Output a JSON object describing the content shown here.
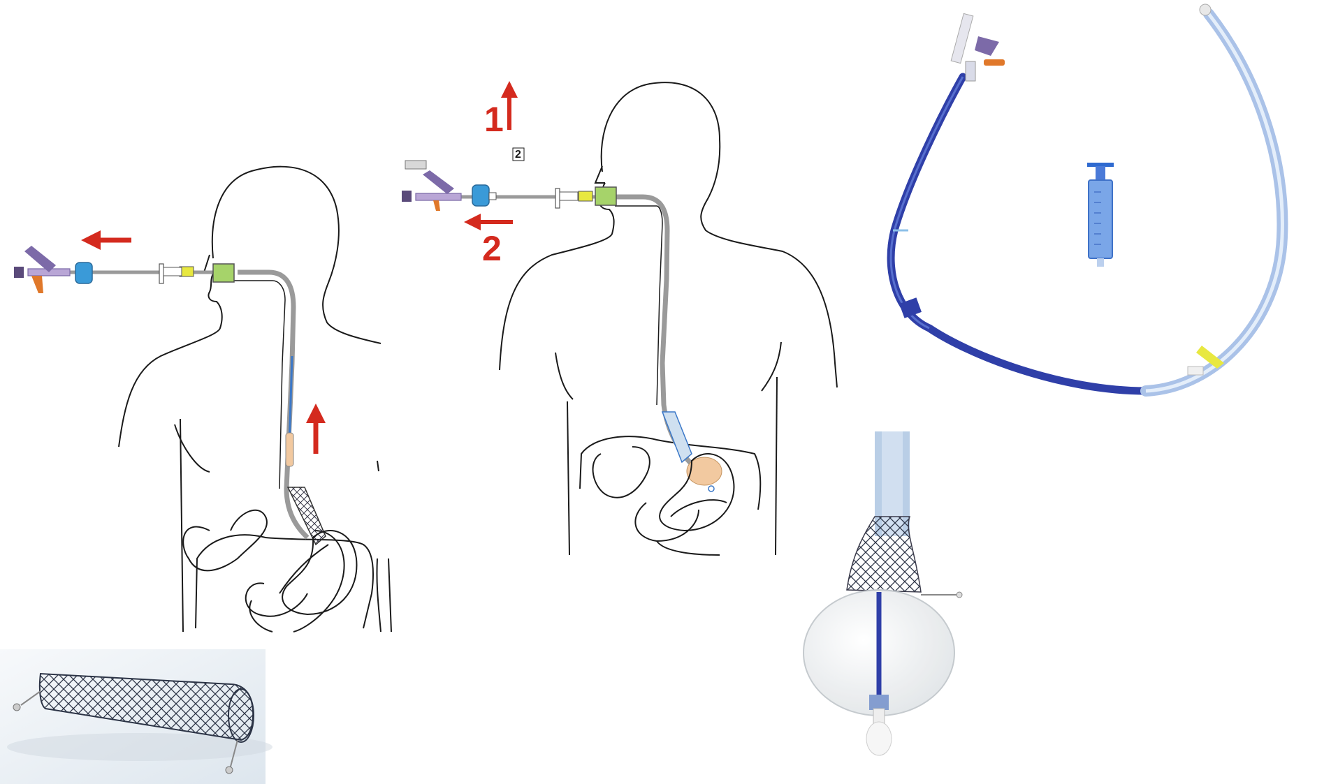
{
  "step_labels": {
    "step_one": "1",
    "step_two": "2",
    "step_two_small": "2"
  },
  "colors": {
    "arrow": "#d42a1e",
    "outline": "#1a1a1a",
    "tube": "#9a9a9a",
    "tube_blue": "#3b78c8",
    "catheter_blue": "#2f3fa8",
    "connector_blue": "#3a9ad8",
    "connector_purple": "#7c6aa8",
    "connector_orange": "#e0782a",
    "mouthpiece_green": "#a6d36a",
    "clip_yellow": "#e8e840",
    "balloon": "#f2c9a0",
    "stent_mesh": "#3a3a4a"
  },
  "icons": [
    "figure-1-stent-release-diagram",
    "figure-2-balloon-retraction-diagram",
    "catheter-system-photo",
    "syringe-photo",
    "stent-photo",
    "stent-balloon-photo"
  ]
}
